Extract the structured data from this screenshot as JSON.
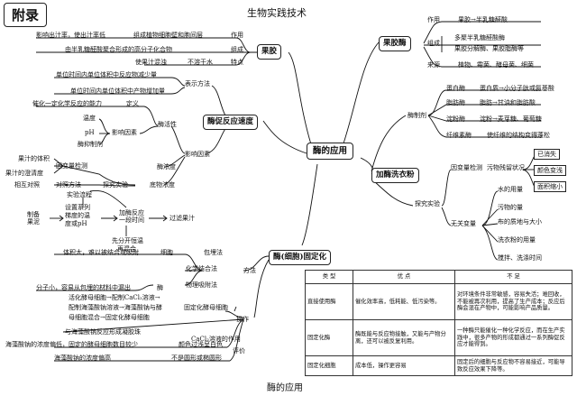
{
  "header": {
    "badge": "附录",
    "title": "生物实践技术"
  },
  "center": {
    "label": "酶的应用"
  },
  "caption": "酶的应用",
  "pectinase": {
    "label": "果胶酶",
    "function": {
      "key": "作用",
      "value": "果胶→半乳糖醛酸"
    },
    "composition": {
      "key": "组成",
      "items": [
        "多聚半乳糖醛酸酶",
        "果胶分解酶、果胶脂酶等"
      ]
    },
    "source": {
      "key": "来源",
      "value": "植物、霉菌、酵母菌、细菌"
    }
  },
  "pectin": {
    "label": "果胶",
    "rows": [
      {
        "text": "影响出汁率，使出汁率低",
        "mid": "组成植物细胞壁和胞间层",
        "tag": "作用"
      },
      {
        "text": "由半乳糖醛酸聚合形成的高分子化合物",
        "tag": "组成"
      },
      {
        "text": "使果汁混浊",
        "mid": "不溶于水",
        "tag": "特点"
      }
    ]
  },
  "pectinase_speed": {
    "label": "酶促反应速度",
    "repr_method": "表示方法",
    "repr_items": [
      "单位时间内单位体积中反应物减少量",
      "单位时间内单位体积中产物增加量"
    ],
    "catalysis": "催化一定化学反应的能力",
    "definition": "定义",
    "enzyme_activity": "酶活性",
    "factors_label": "影响因素",
    "factors": [
      "温度",
      "pH",
      "酶抑制剂"
    ],
    "influence": "影响因素",
    "enzyme_conc": "酶浓度",
    "substrate_conc": "底物浓度",
    "explore": "探究实验",
    "variable_detect": "因变量检测",
    "juice_volume": "果汁的体积",
    "juice_clarity": "果汁的澄清度",
    "control_method": "对照方法",
    "mutual_control": "相互对照"
  },
  "detergent": {
    "label": "加酶洗衣粉",
    "prep": "酶制剂",
    "enzymes": [
      {
        "name": "蛋白酶",
        "desc": "蛋白质→小分子肽或氨基酸"
      },
      {
        "name": "脂肪酶",
        "desc": "脂肪→甘油和脂肪酸"
      },
      {
        "name": "淀粉酶",
        "desc": "淀粉→麦芽糖、葡萄糖"
      },
      {
        "name": "纤维素酶",
        "desc": "使纤维的结构变得蓬松"
      }
    ],
    "explore": "探究实验",
    "dependent": "因变量检测",
    "dependent_desc": "污物残留状况",
    "indicators": [
      "已消失",
      "颜色变浅",
      "面积缩小"
    ],
    "irrelevant": "无关变量",
    "irrelevant_items": [
      "水的用量",
      "污物的量",
      "布的质地与大小",
      "洗衣粉的用量",
      "搅拌、洗涤时间"
    ]
  },
  "immobilized": {
    "label": "酶(细胞)固定化",
    "flow": {
      "title": "实验流程",
      "prep": "制备果泥",
      "design": [
        "设置系列",
        "梯度的温",
        "度或pH"
      ],
      "add": "加酶反应一段时间",
      "filter": "过滤果汁",
      "note": [
        "先分开恒温",
        "再混合"
      ]
    },
    "drawback": "体积大，难以被结合或吸附",
    "cell": "细胞",
    "embed": "包埋法",
    "method": "方法",
    "chem": "化学结合法",
    "phys": "物理吸附法",
    "molecule": "分子小，容易从包埋的材料中漏出",
    "enzyme": "酶",
    "steps": [
      "活化酵母细胞→配制CaCl₂溶液→",
      "配制海藻酸钠溶液→海藻酸钠与酵",
      "母细胞混合→固定化酵母细胞"
    ],
    "fixed_yeast": "固定化酵母细胞",
    "operation": "操作",
    "hint1": "与海藻酸钠反应形成凝胶珠",
    "hint1_tag": "CaCl₂溶液的作用",
    "hint2": "海藻酸钠的浓度偏低，固定的酵母细胞数目较少",
    "hint2_tag": "颜色过浅呈白色",
    "hint3": "海藻酸钠的浓度偏高",
    "hint3_tag": "不是圆形或椭圆形",
    "evaluate": "评价"
  },
  "table": {
    "headers": [
      "类 型",
      "优 点",
      "不 足"
    ],
    "rows": [
      {
        "type": "直接使用酶",
        "pro": "催化效率高，低耗能、低污染等。",
        "con": "对环境条件非常敏感，容易失活；难回收，不能被再次利用，提高了生产成本；反应后酶会混在产物中，可能影响产品质量。"
      },
      {
        "type": "固定化酶",
        "pro": "酶既能与反应物接触，又能与产物分离，还可以被反复利用。",
        "con": "一种酶只能催化一种化学反应，而在生产实践中，很多产物的形成都通过一系列酶促反应才能得到。"
      },
      {
        "type": "固定化细胞",
        "pro": "成本低，操作更容易",
        "con": "固定后的细胞与反应物不容易接近，可能导致反应效果下降等。"
      }
    ]
  }
}
